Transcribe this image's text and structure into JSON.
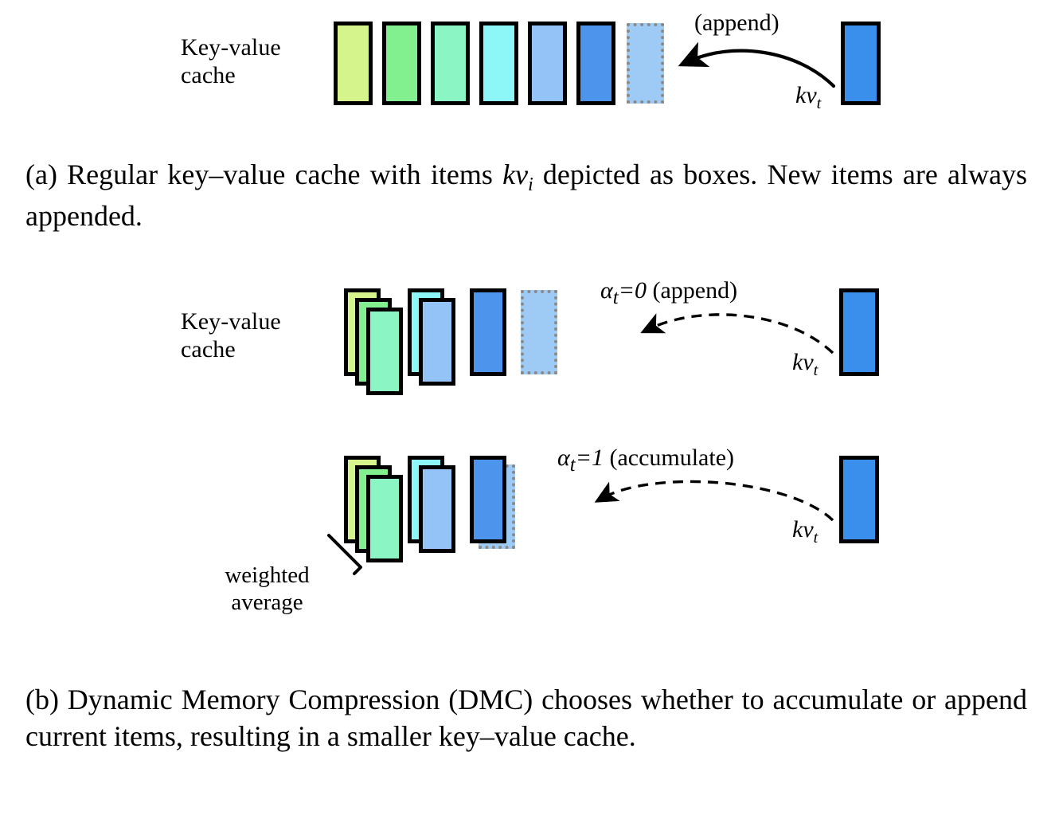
{
  "figure": {
    "panels": [
      {
        "id": "a",
        "cache_label": "Key-value\ncache",
        "arrow_label": "(append)",
        "incoming_item_label": "kv",
        "incoming_item_sub": "t",
        "arrow_style": "solid",
        "boxes": [
          {
            "name": "cache-item-1",
            "fill": "#d5f58c",
            "style": "solid"
          },
          {
            "name": "cache-item-2",
            "fill": "#82f08e",
            "style": "solid"
          },
          {
            "name": "cache-item-3",
            "fill": "#8cf5c4",
            "style": "solid"
          },
          {
            "name": "cache-item-4",
            "fill": "#8df7f7",
            "style": "solid"
          },
          {
            "name": "cache-item-5",
            "fill": "#93c3f7",
            "style": "solid"
          },
          {
            "name": "cache-item-6",
            "fill": "#4d95ec",
            "style": "solid"
          },
          {
            "name": "cache-item-slot-new",
            "fill": "#9ecbf5",
            "style": "dashed"
          }
        ],
        "caption": {
          "prefix": "(a) Regular key–value cache with items ",
          "math": "kv",
          "math_sub": "i",
          "suffix": " depicted as boxes. New items are always appended."
        }
      },
      {
        "id": "b",
        "cache_label": "Key-value\ncache",
        "rows": [
          {
            "name": "append-row",
            "arrow_label_math": "α",
            "arrow_label_sub": "t",
            "arrow_label_eq": "=0",
            "arrow_label_text": " (append)",
            "incoming_item_label": "kv",
            "incoming_item_sub": "t",
            "stacks": [
              {
                "name": "stack-green",
                "fills": [
                  "#d5f58c",
                  "#82f08e",
                  "#8cf5c4"
                ]
              },
              {
                "name": "stack-cyan",
                "fills": [
                  "#8df7f7",
                  "#93c3f7"
                ]
              },
              {
                "name": "stack-blue",
                "fills": [
                  "#4d95ec"
                ]
              }
            ],
            "new_slot": {
              "name": "cache-item-slot-new",
              "fill": "#9ecbf5",
              "style": "dashed",
              "mode": "appended"
            }
          },
          {
            "name": "accumulate-row",
            "arrow_label_math": "α",
            "arrow_label_sub": "t",
            "arrow_label_eq": "=1",
            "arrow_label_text": " (accumulate)",
            "incoming_item_label": "kv",
            "incoming_item_sub": "t",
            "stacks": [
              {
                "name": "stack-green",
                "fills": [
                  "#d5f58c",
                  "#82f08e",
                  "#8cf5c4"
                ]
              },
              {
                "name": "stack-cyan",
                "fills": [
                  "#8df7f7",
                  "#93c3f7"
                ]
              },
              {
                "name": "stack-blue",
                "fills": [
                  "#4d95ec"
                ]
              }
            ],
            "new_slot": {
              "name": "cache-item-slot-new",
              "fill": "#9ecbf5",
              "style": "dashed",
              "mode": "merged"
            },
            "annotation": "weighted\naverage"
          }
        ],
        "caption": {
          "text": "(b) Dynamic Memory Compression (DMC) chooses whether to accumulate or append current items, resulting in a smaller key–value cache."
        }
      }
    ],
    "colors": {
      "outline": "#000000",
      "dashed_outline": "#8a8a8a",
      "incoming_item": "#3b8fec",
      "background": "#ffffff"
    }
  }
}
